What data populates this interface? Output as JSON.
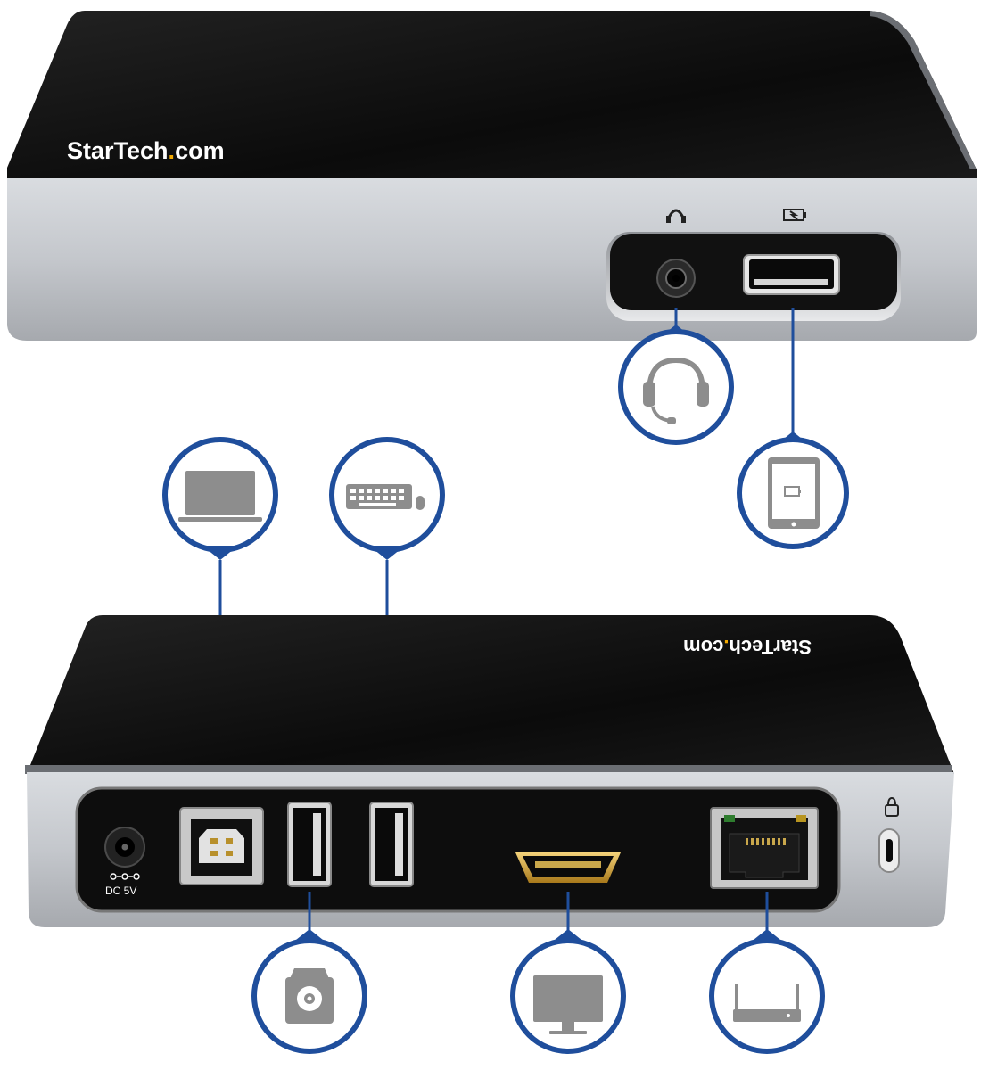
{
  "brand": {
    "name": "StarTech",
    "dot": ".",
    "suffix": "com",
    "accent": "#f2a900"
  },
  "rear_panel": {
    "power_label": "DC 5V"
  },
  "colors": {
    "callout": "#1f4e9c",
    "body_top": "#101010",
    "body_side": "#c9ccd1",
    "icon": "#8d8d8d"
  },
  "callouts": {
    "front": [
      "headset-icon",
      "tablet-icon"
    ],
    "top": [
      "laptop-icon",
      "keyboard-mouse-icon"
    ],
    "bottom": [
      "external-drive-icon",
      "monitor-icon",
      "router-icon"
    ]
  }
}
